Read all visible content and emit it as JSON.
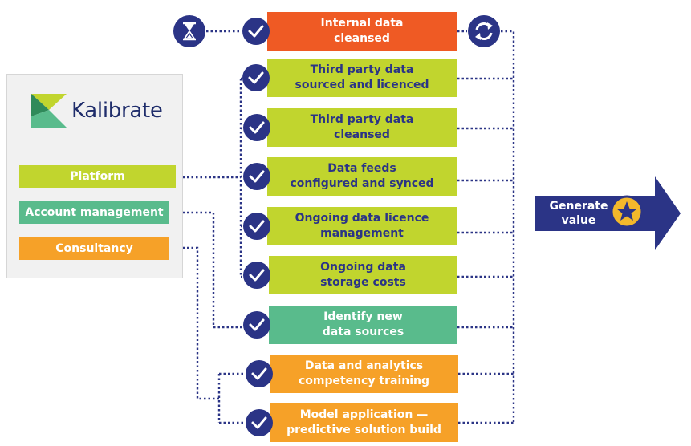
{
  "colors": {
    "navy": "#2b3486",
    "orange": "#ef5a24",
    "lime": "#c1d52e",
    "green": "#59bb8c",
    "amber": "#f6a128",
    "star": "#f3b82b",
    "text_dark": "#1f2d6b"
  },
  "brand": {
    "name": "Kalibrate"
  },
  "services": [
    {
      "label": "Platform",
      "color": "#c1d52e"
    },
    {
      "label": "Account management",
      "color": "#59bb8c"
    },
    {
      "label": "Consultancy",
      "color": "#f6a128"
    }
  ],
  "steps": [
    {
      "label": "Internal data\ncleansed",
      "color": "#ef5a24",
      "text_color": "#ffffff"
    },
    {
      "label": "Third party data\nsourced and licenced",
      "color": "#c1d52e",
      "text_color": "#2b3486"
    },
    {
      "label": "Third party data\ncleansed",
      "color": "#c1d52e",
      "text_color": "#2b3486"
    },
    {
      "label": "Data feeds\nconfigured and synced",
      "color": "#c1d52e",
      "text_color": "#2b3486"
    },
    {
      "label": "Ongoing data licence\nmanagement",
      "color": "#c1d52e",
      "text_color": "#2b3486"
    },
    {
      "label": "Ongoing data\nstorage costs",
      "color": "#c1d52e",
      "text_color": "#2b3486"
    },
    {
      "label": "Identify new\ndata sources",
      "color": "#59bb8c",
      "text_color": "#ffffff"
    },
    {
      "label": "Data and analytics\ncompetency training",
      "color": "#f6a128",
      "text_color": "#ffffff"
    },
    {
      "label": "Model application —\npredictive solution build",
      "color": "#f6a128",
      "text_color": "#ffffff"
    }
  ],
  "icons": {
    "left": "hourglass-icon",
    "right": "refresh-icon",
    "check": "checkmark-icon",
    "value": "star-icon"
  },
  "output": {
    "label": "Generate\nvalue"
  }
}
